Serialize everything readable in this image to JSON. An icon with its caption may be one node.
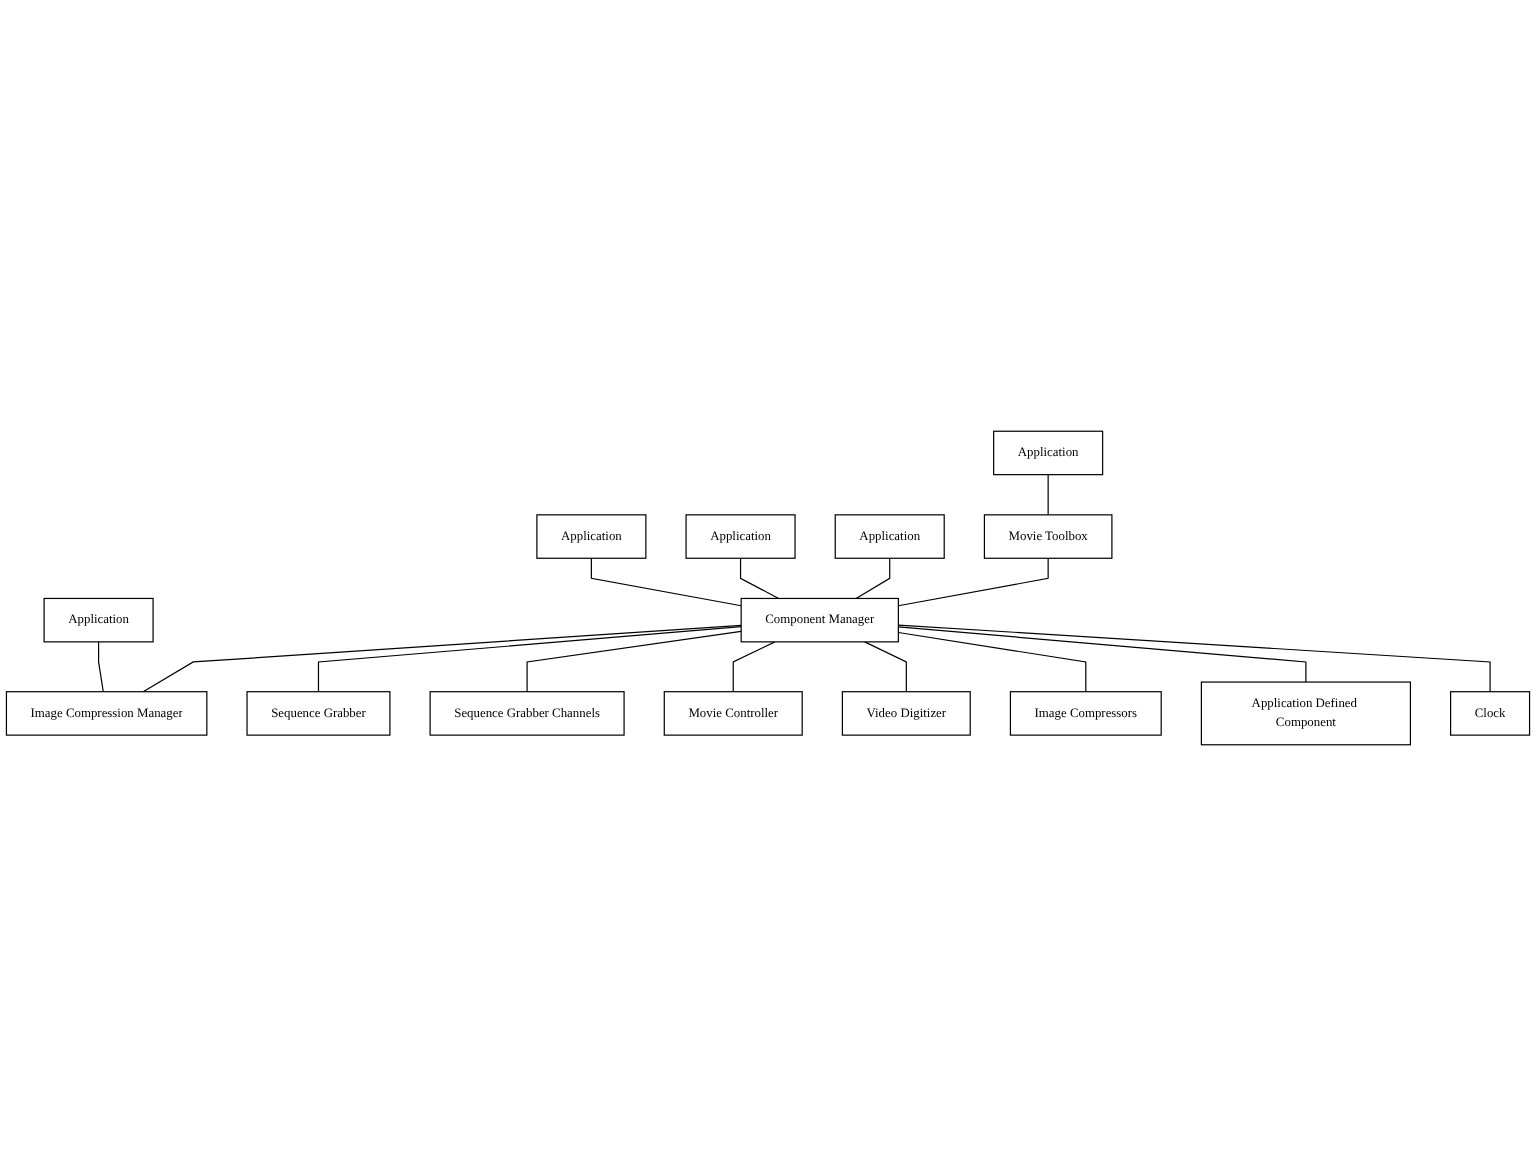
{
  "diagram": {
    "nodes": [
      {
        "text": [
          "Application"
        ]
      },
      {
        "text": [
          "Application"
        ]
      },
      {
        "text": [
          "Application"
        ]
      },
      {
        "text": [
          "Application"
        ]
      },
      {
        "text": [
          "Application"
        ]
      },
      {
        "text": [
          "Movie Toolbox"
        ]
      },
      {
        "text": [
          "Component Manager"
        ]
      },
      {
        "text": [
          "Image Compression Manager"
        ]
      },
      {
        "text": [
          "Sequence Grabber"
        ]
      },
      {
        "text": [
          "Movie Controller"
        ]
      },
      {
        "text": [
          "Image Compressors"
        ]
      },
      {
        "text": [
          "Clock"
        ]
      },
      {
        "text": [
          "Sequence Grabber Channels"
        ]
      },
      {
        "text": [
          "Video Digitizer"
        ]
      },
      {
        "text": [
          "Application Defined Component"
        ]
      }
    ],
    "edges": [
      {
        "from": 0,
        "to": 5,
        "arrow": "none"
      },
      {
        "from": 1,
        "to": 6,
        "arrow": "none"
      },
      {
        "from": 2,
        "to": 6,
        "arrow": "none"
      },
      {
        "from": 3,
        "to": 6,
        "arrow": "none"
      },
      {
        "from": 4,
        "to": 7,
        "arrow": "none"
      },
      {
        "from": 5,
        "to": 6,
        "arrow": "none"
      },
      {
        "from": 6,
        "to": 7,
        "arrow": "none"
      },
      {
        "from": 6,
        "to": 8,
        "arrow": "none"
      },
      {
        "from": 6,
        "to": 12,
        "arrow": "none"
      },
      {
        "from": 6,
        "to": 9,
        "arrow": "none"
      },
      {
        "from": 6,
        "to": 13,
        "arrow": "none"
      },
      {
        "from": 6,
        "to": 10,
        "arrow": "none"
      },
      {
        "from": 6,
        "to": 14,
        "arrow": "none"
      },
      {
        "from": 6,
        "to": 11,
        "arrow": "none"
      }
    ]
  }
}
